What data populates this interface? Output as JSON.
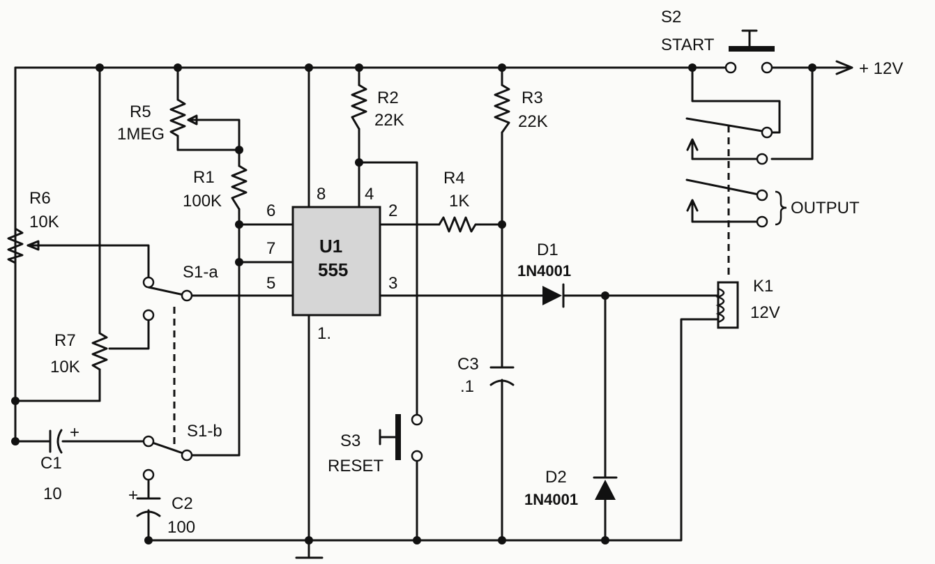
{
  "components": {
    "s2": {
      "ref": "S2",
      "name": "START"
    },
    "r5": {
      "ref": "R5",
      "value": "1MEG"
    },
    "r1": {
      "ref": "R1",
      "value": "100K"
    },
    "r2": {
      "ref": "R2",
      "value": "22K"
    },
    "r3": {
      "ref": "R3",
      "value": "22K"
    },
    "r4": {
      "ref": "R4",
      "value": "1K"
    },
    "r6": {
      "ref": "R6",
      "value": "10K"
    },
    "r7": {
      "ref": "R7",
      "value": "10K"
    },
    "u1": {
      "ref": "U1",
      "part": "555"
    },
    "d1": {
      "ref": "D1",
      "part": "1N4001"
    },
    "d2": {
      "ref": "D2",
      "part": "1N4001"
    },
    "c1": {
      "ref": "C1",
      "value": "10",
      "polarity": "+"
    },
    "c2": {
      "ref": "C2",
      "value": "100",
      "polarity": "+"
    },
    "c3": {
      "ref": "C3",
      "value": ".1"
    },
    "s1a": {
      "ref": "S1-a"
    },
    "s1b": {
      "ref": "S1-b"
    },
    "s3": {
      "ref": "S3",
      "name": "RESET"
    },
    "k1": {
      "ref": "K1",
      "value": "12V"
    }
  },
  "pins": {
    "p6": "6",
    "p7": "7",
    "p5": "5",
    "p8": "8",
    "p4": "4",
    "p2": "2",
    "p3": "3",
    "p1": "1."
  },
  "supply": "+ 12V",
  "output": "OUTPUT"
}
